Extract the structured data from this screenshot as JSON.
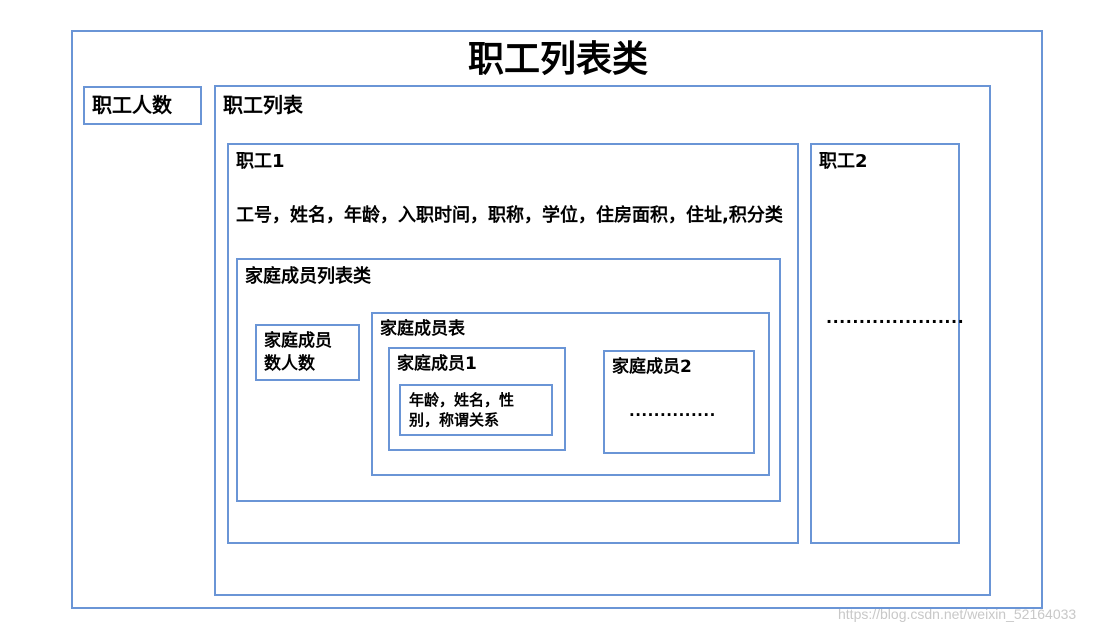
{
  "diagram": {
    "title": "职工列表类",
    "employee_count": "职工人数",
    "employee_list": "职工列表",
    "employee1": {
      "title": "职工1",
      "fields": "工号，姓名，年龄，入职时间，职称，学位，住房面积，住址,积分类",
      "family_list_class": {
        "title": "家庭成员列表类",
        "member_count": "家庭成员数人数",
        "member_table": {
          "title": "家庭成员表",
          "member1": {
            "title": "家庭成员1",
            "fields": "年龄，姓名，性别，称谓关系"
          },
          "member2": {
            "title": "家庭成员2",
            "ellipsis": ".............."
          }
        }
      }
    },
    "employee2": {
      "title": "职工2",
      "ellipsis": "....................."
    }
  },
  "watermark": "https://blog.csdn.net/weixin_52164033",
  "colors": {
    "border": "#6a95d6",
    "text": "#000000",
    "watermark": "#c8c8c8"
  }
}
